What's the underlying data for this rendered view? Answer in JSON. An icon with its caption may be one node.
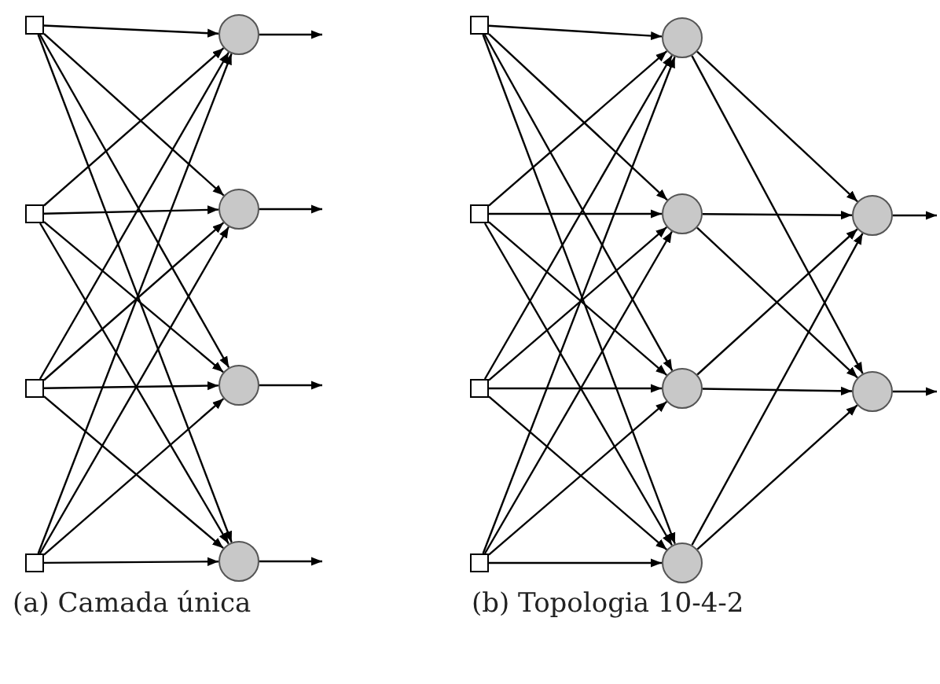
{
  "diagram": {
    "nodes": [
      {
        "text": [],
        "shape": "box"
      },
      {
        "text": [],
        "shape": "box"
      },
      {
        "text": [],
        "shape": "box"
      },
      {
        "text": [],
        "shape": "box"
      },
      {
        "text": [],
        "shape": "circle"
      },
      {
        "text": [],
        "shape": "circle"
      },
      {
        "text": [],
        "shape": "circle"
      },
      {
        "text": [],
        "shape": "circle"
      },
      {
        "text": [],
        "shape": "box"
      },
      {
        "text": [],
        "shape": "box"
      },
      {
        "text": [],
        "shape": "box"
      },
      {
        "text": [],
        "shape": "box"
      },
      {
        "text": [],
        "shape": "circle"
      },
      {
        "text": [],
        "shape": "circle"
      },
      {
        "text": [],
        "shape": "circle"
      },
      {
        "text": [],
        "shape": "circle"
      },
      {
        "text": [],
        "shape": "circle"
      },
      {
        "text": [],
        "shape": "circle"
      }
    ],
    "edges": [
      {
        "from": 0,
        "to": 4,
        "arrow": "to"
      },
      {
        "from": 0,
        "to": 5,
        "arrow": "to"
      },
      {
        "from": 0,
        "to": 6,
        "arrow": "to"
      },
      {
        "from": 0,
        "to": 7,
        "arrow": "to"
      },
      {
        "from": 1,
        "to": 4,
        "arrow": "to"
      },
      {
        "from": 1,
        "to": 5,
        "arrow": "to"
      },
      {
        "from": 1,
        "to": 6,
        "arrow": "to"
      },
      {
        "from": 1,
        "to": 7,
        "arrow": "to"
      },
      {
        "from": 2,
        "to": 4,
        "arrow": "to"
      },
      {
        "from": 2,
        "to": 5,
        "arrow": "to"
      },
      {
        "from": 2,
        "to": 6,
        "arrow": "to"
      },
      {
        "from": 2,
        "to": 7,
        "arrow": "to"
      },
      {
        "from": 3,
        "to": 4,
        "arrow": "to"
      },
      {
        "from": 3,
        "to": 5,
        "arrow": "to"
      },
      {
        "from": 3,
        "to": 6,
        "arrow": "to"
      },
      {
        "from": 3,
        "to": 7,
        "arrow": "to"
      },
      {
        "from": 4,
        "to": null,
        "arrow": "to"
      },
      {
        "from": 5,
        "to": null,
        "arrow": "to"
      },
      {
        "from": 6,
        "to": null,
        "arrow": "to"
      },
      {
        "from": 7,
        "to": null,
        "arrow": "to"
      },
      {
        "from": 8,
        "to": 12,
        "arrow": "to"
      },
      {
        "from": 8,
        "to": 13,
        "arrow": "to"
      },
      {
        "from": 8,
        "to": 14,
        "arrow": "to"
      },
      {
        "from": 8,
        "to": 15,
        "arrow": "to"
      },
      {
        "from": 9,
        "to": 12,
        "arrow": "to"
      },
      {
        "from": 9,
        "to": 13,
        "arrow": "to"
      },
      {
        "from": 9,
        "to": 14,
        "arrow": "to"
      },
      {
        "from": 9,
        "to": 15,
        "arrow": "to"
      },
      {
        "from": 10,
        "to": 12,
        "arrow": "to"
      },
      {
        "from": 10,
        "to": 13,
        "arrow": "to"
      },
      {
        "from": 10,
        "to": 14,
        "arrow": "to"
      },
      {
        "from": 10,
        "to": 15,
        "arrow": "to"
      },
      {
        "from": 11,
        "to": 12,
        "arrow": "to"
      },
      {
        "from": 11,
        "to": 13,
        "arrow": "to"
      },
      {
        "from": 11,
        "to": 14,
        "arrow": "to"
      },
      {
        "from": 11,
        "to": 15,
        "arrow": "to"
      },
      {
        "from": 12,
        "to": 16,
        "arrow": "to"
      },
      {
        "from": 12,
        "to": 17,
        "arrow": "to"
      },
      {
        "from": 13,
        "to": 16,
        "arrow": "to"
      },
      {
        "from": 13,
        "to": 17,
        "arrow": "to"
      },
      {
        "from": 14,
        "to": 16,
        "arrow": "to"
      },
      {
        "from": 14,
        "to": 17,
        "arrow": "to"
      },
      {
        "from": 15,
        "to": 16,
        "arrow": "to"
      },
      {
        "from": 15,
        "to": 17,
        "arrow": "to"
      },
      {
        "from": 16,
        "to": null,
        "arrow": "to"
      },
      {
        "from": 17,
        "to": null,
        "arrow": "to"
      }
    ],
    "labels": [
      "(a) Camada única",
      "(b) Topologia 10-4-2"
    ]
  }
}
